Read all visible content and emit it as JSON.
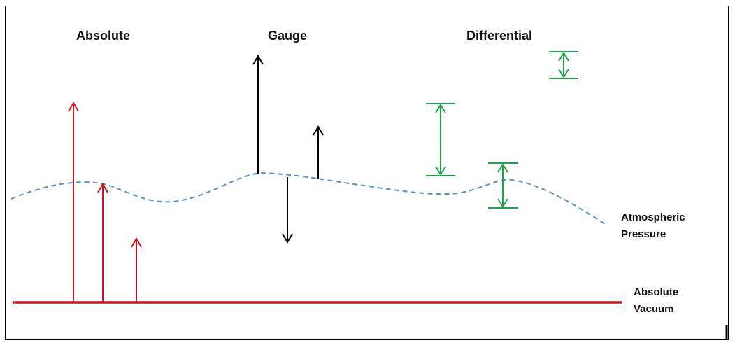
{
  "headers": {
    "absolute": "Absolute",
    "gauge": "Gauge",
    "differential": "Differential"
  },
  "labels": {
    "atmospheric_line1": "Atmospheric",
    "atmospheric_line2": "Pressure",
    "vacuum_line1": "Absolute",
    "vacuum_line2": "Vacuum"
  },
  "colors": {
    "absolute_arrows": "#c8161d",
    "gauge_arrows": "#000000",
    "differential_arrows": "#1ea34a",
    "atmospheric_line": "#5b8fc7",
    "vacuum_line": "#c8161d"
  }
}
